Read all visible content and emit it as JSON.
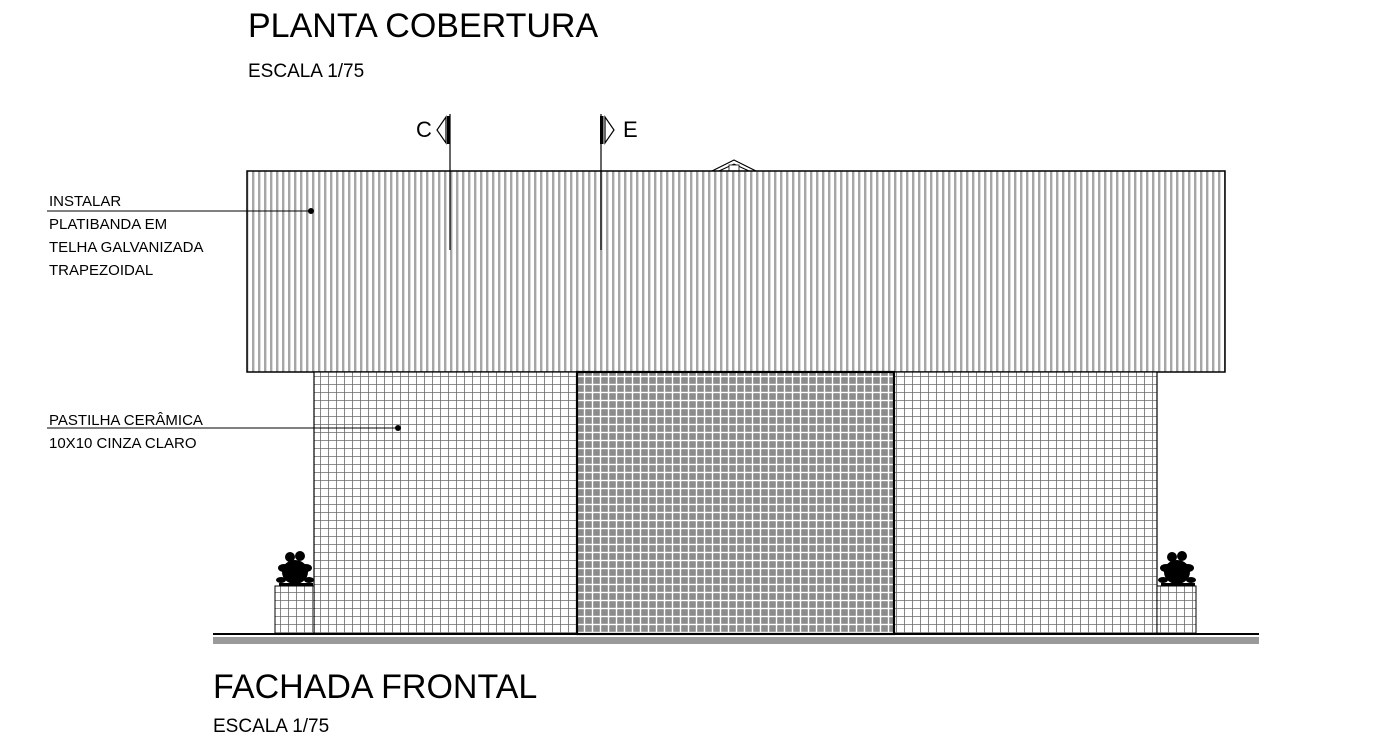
{
  "top_view": {
    "title": "PLANTA COBERTURA",
    "scale": "ESCALA 1/75",
    "section_marks": {
      "left": "C",
      "right": "E"
    }
  },
  "annotations": {
    "roof_note": [
      "INSTALAR",
      "PLATIBANDA EM",
      "TELHA GALVANIZADA",
      "TRAPEZOIDAL"
    ],
    "wall_note": [
      "PASTILHA CERÂMICA",
      "10X10 CINZA CLARO"
    ]
  },
  "front_view": {
    "title": "FACHADA FRONTAL",
    "scale": "ESCALA 1/75"
  },
  "colors": {
    "line": "#000000",
    "roof_stripe": "#a6a6a6",
    "tile_dark": "#8c8c8c",
    "ground": "#9a9a9a"
  }
}
